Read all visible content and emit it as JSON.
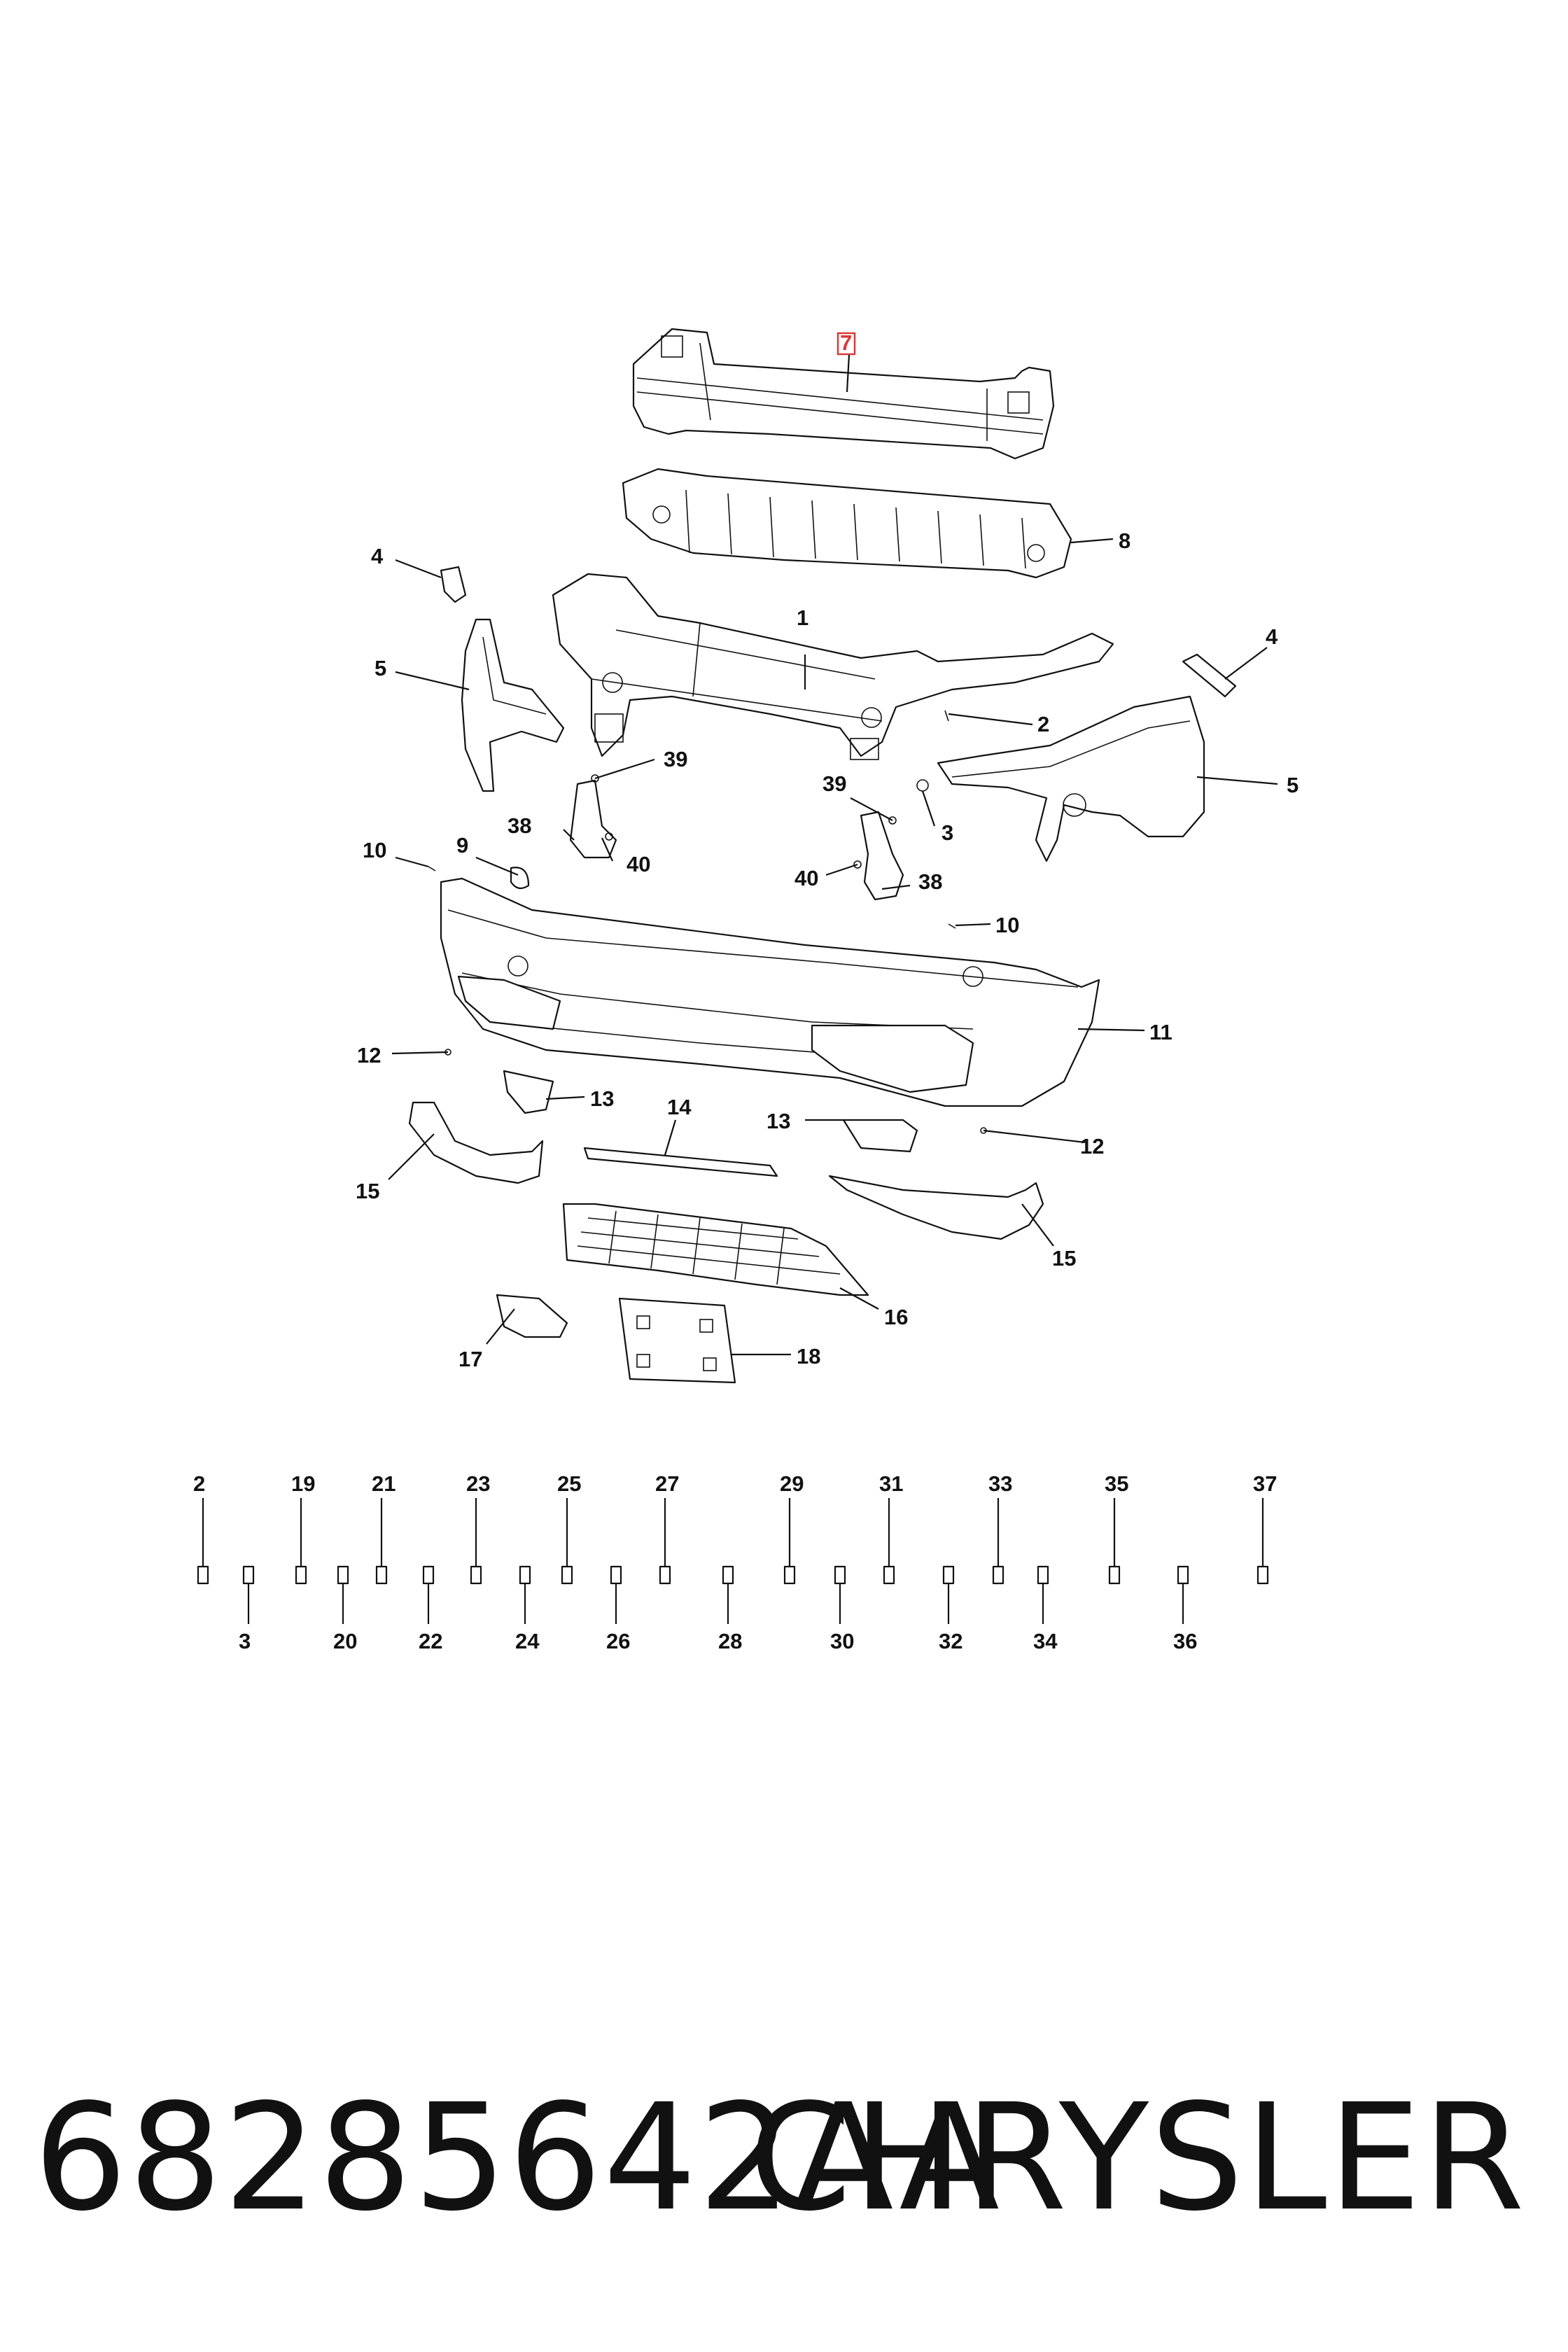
{
  "callouts": {
    "c1": "1",
    "c2a": "2",
    "c3a": "3",
    "c4l": "4",
    "c4r": "4",
    "c5l": "5",
    "c5r": "5",
    "c7": "7",
    "c8": "8",
    "c9": "9",
    "c10l": "10",
    "c10r": "10",
    "c11": "11",
    "c12l": "12",
    "c12r": "12",
    "c13l": "13",
    "c13r": "13",
    "c14": "14",
    "c15l": "15",
    "c15r": "15",
    "c16": "16",
    "c17": "17",
    "c18": "18",
    "c38l": "38",
    "c38r": "38",
    "c39l": "39",
    "c39r": "39",
    "c40l": "40",
    "c40r": "40"
  },
  "fasteners_top": [
    "2",
    "19",
    "21",
    "23",
    "25",
    "27",
    "29",
    "31",
    "33",
    "35",
    "37"
  ],
  "fasteners_bottom": [
    "3",
    "20",
    "22",
    "24",
    "26",
    "28",
    "30",
    "32",
    "34",
    "36"
  ],
  "highlight_color": "#d93a3a",
  "footer": {
    "part_number": "68285642AA",
    "brand": "CHRYSLER"
  }
}
